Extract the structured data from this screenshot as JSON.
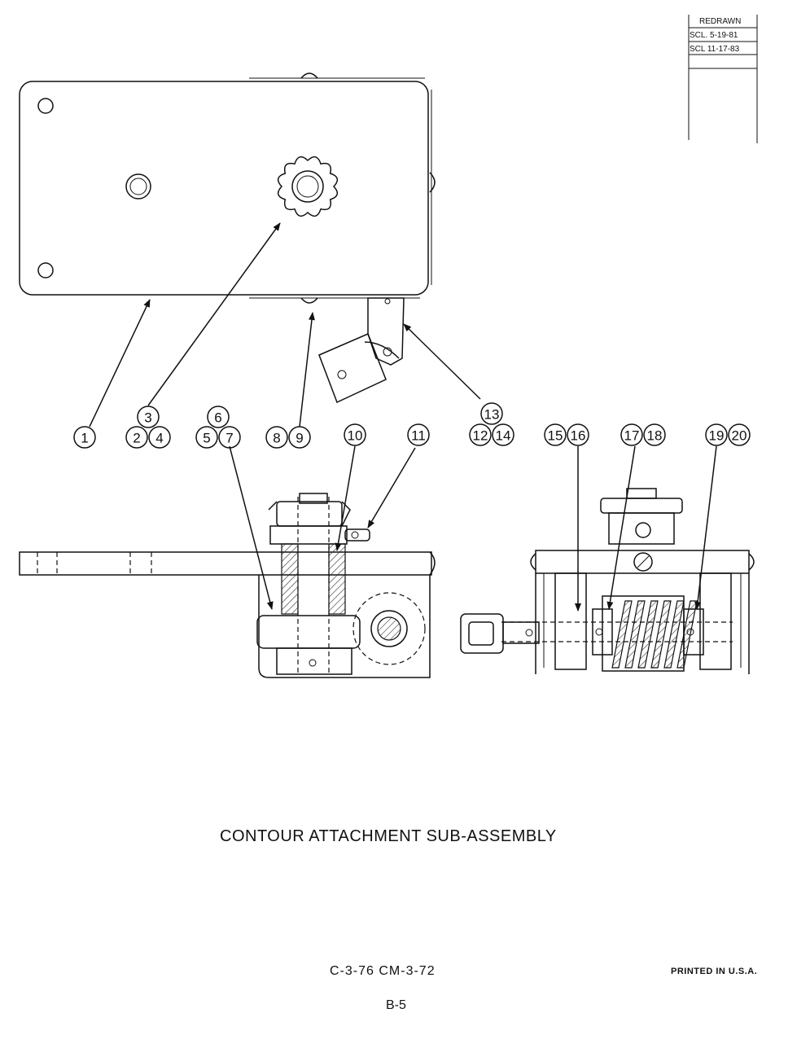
{
  "revision_block": {
    "header": "REDRAWN",
    "rows": [
      "SCL. 5-19-81",
      "SCL 11-17-83"
    ]
  },
  "callouts": {
    "c1": "1",
    "c2": "2",
    "c3": "3",
    "c4": "4",
    "c5": "5",
    "c6": "6",
    "c7": "7",
    "c8": "8",
    "c9": "9",
    "c10": "10",
    "c11": "11",
    "c12": "12",
    "c13": "13",
    "c14": "14",
    "c15": "15",
    "c16": "16",
    "c17": "17",
    "c18": "18",
    "c19": "19",
    "c20": "20"
  },
  "title": "CONTOUR ATTACHMENT SUB-ASSEMBLY",
  "footer": {
    "codes": "C-3-76   CM-3-72",
    "printed": "PRINTED IN U.S.A.",
    "page": "B-5"
  }
}
